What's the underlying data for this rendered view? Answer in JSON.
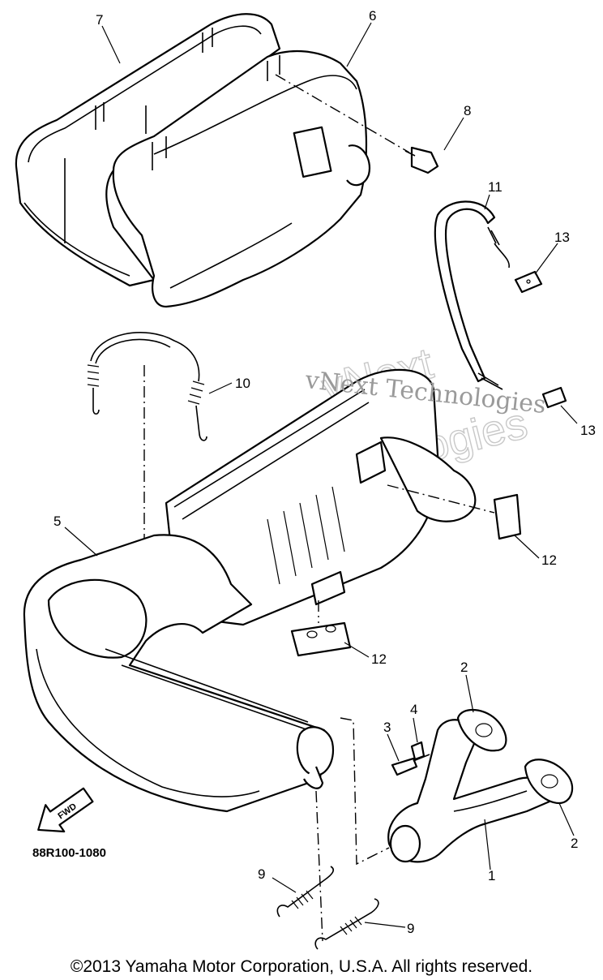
{
  "diagram": {
    "callouts": {
      "c1": "1",
      "c2a": "2",
      "c2b": "2",
      "c3": "3",
      "c4": "4",
      "c5": "5",
      "c6": "6",
      "c7": "7",
      "c8": "8",
      "c9a": "9",
      "c9b": "9",
      "c10": "10",
      "c11": "11",
      "c12a": "12",
      "c12b": "12",
      "c13a": "13",
      "c13b": "13"
    },
    "diagram_code": "88R100-1080",
    "fwd_label": "FWD",
    "watermark": {
      "line1": "vNext Technologies",
      "outline_line1": "vNext",
      "outline_line2": "Technologies"
    }
  },
  "footer": {
    "copyright": "©2013 Yamaha Motor Corporation, U.S.A. All rights reserved."
  }
}
